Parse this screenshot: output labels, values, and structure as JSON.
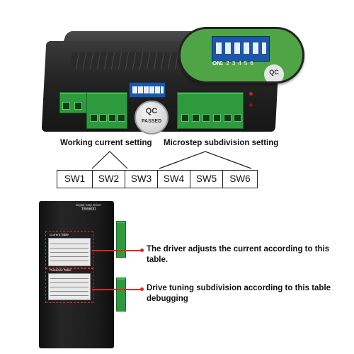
{
  "top_photo": {
    "qc_badge": {
      "line1": "QC",
      "line2": "PASSED"
    },
    "zoom_detail": {
      "on_label": "ON",
      "switch_numbers": "123456",
      "qc_label": "QC"
    }
  },
  "captions": {
    "left": "Working current setting",
    "right": "Microstep subdivision setting"
  },
  "switch_table": [
    "SW1",
    "SW2",
    "SW3",
    "SW4",
    "SW5",
    "SW6"
  ],
  "bottom_photo": {
    "title": "Digital Step Driver",
    "model": "TB6600",
    "current_table_title": "Current Table",
    "pulse_table_title": "Pulse/rev Table"
  },
  "callouts": {
    "current": "The driver adjusts the current according to this table.",
    "subdivision": "Drive tuning subdivision according to this table debugging"
  },
  "colors": {
    "accent_red": "#e52420",
    "terminal_green": "#2e9a3e",
    "dip_blue": "#1c56a6"
  }
}
